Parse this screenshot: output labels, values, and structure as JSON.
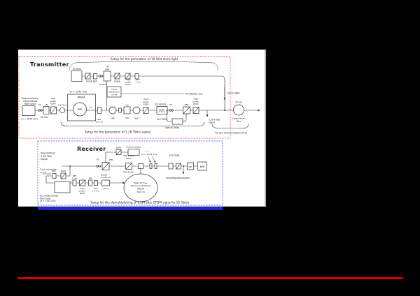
{
  "colors": {
    "accent_red": "#e60000",
    "accent_blue": "#2228cc",
    "rule_red": "#cf0000"
  },
  "figure": {
    "sections": {
      "transmitter": "Transmitter",
      "receiver": "Receiver"
    },
    "titles": {
      "clock": "Setup for the generation of 10 GHz clock light",
      "tx": "Setup for the generation of 1.28 Tbit/s signal",
      "link": "70 km transmission line",
      "rx": "Setup for the demultiplexing of 1.28Tbit/s OTDM signal to 10 Gbit/s"
    },
    "clock_chain": {
      "source": "10 GHz",
      "wavelength": "(λ = 1542 nm)",
      "edfa_bpf": "EDFA BPF",
      "ln": "LN",
      "pm": "(PM)",
      "tcsmf": "TC-SMF",
      "edfa": "EDFA",
      "hp1": "High",
      "hp2": "power",
      "hp3": "EDFA",
      "bpf": "BPF",
      "bpf_nm": "1 nm",
      "cx1": "Clock",
      "cx2": "extraction",
      "cx3": "circuit",
      "display": "To display unit",
      "clock_light": "Clock light"
    },
    "tx_chain": {
      "laser1": "Regeneratively",
      "laser2": "mode-locked",
      "laser3": "fiber laser",
      "laser_wl": "(λ = 1544 nm)",
      "pc": "PC",
      "ln": "LN",
      "ghz": "10 GHz",
      "hp1": "High",
      "hp2": "power",
      "hp3": "EDFA",
      "lnmod": "LN-Mod",
      "panda": "PANDA",
      "ddf": "DDF",
      "tap": "1%",
      "bpf": "BPF",
      "bpf_nm": "1.3 nm",
      "smf": "SMF",
      "ln2": "LN",
      "pm": "PM",
      "rdf": "RDF",
      "hp4": "High",
      "hp5": "power",
      "hp6": "EDFA",
      "rate": "(10 Gbit/s)",
      "mux": "PLC MUX",
      "pc2": "PC",
      "pbs": "PBS",
      "delay": "Optical Delay",
      "hp7": "High",
      "hp8": "power",
      "hp9": "EDFA",
      "sig1": "1.28 Tbit/s",
      "sig2": "signal",
      "km": "70 km",
      "fiber1": "transmission",
      "fiber2": "fiber"
    },
    "rx_chain": {
      "in1": "Transmitted",
      "in2": "1.28 Tb/s",
      "in3": "signal",
      "pc": "PC",
      "pbs": "PBS",
      "edfa": "EDFA",
      "autocorrelator": "Autocorrelator",
      "hp1": "High power",
      "hp2": "EDFA",
      "rate": "640 Gbit/s",
      "cx1": "Clock extraction",
      "cx2": "circuit",
      "edfa2": "EDFA",
      "bpf": "BPF",
      "ghz": "10 GHz",
      "pll1": "PLL mode-locked",
      "pll2": "fiber laser",
      "pll3": "(λ = 1533 nm)",
      "bpf2": "BPF",
      "bpf2_nm": "1 nm",
      "hp3": "High",
      "hp4": "power",
      "hp5": "EDFA",
      "pm": "PM",
      "bpf3": "BPF",
      "bpf3_nm": "1.1 nm",
      "delay": "delay",
      "ctl1": "NOLM",
      "ctl2": "Control in",
      "nolm1": "Walk-off free,",
      "nolm2": "dispersion flattened",
      "nolm3": "NOLM",
      "nolm4": "(500 m)",
      "x1": "× 1",
      "wl": "(λ = 1544 nm)",
      "att": "ATT EDFA",
      "pd": "PD",
      "ber": "BER",
      "scope": "Sampling oscilloscope"
    }
  }
}
